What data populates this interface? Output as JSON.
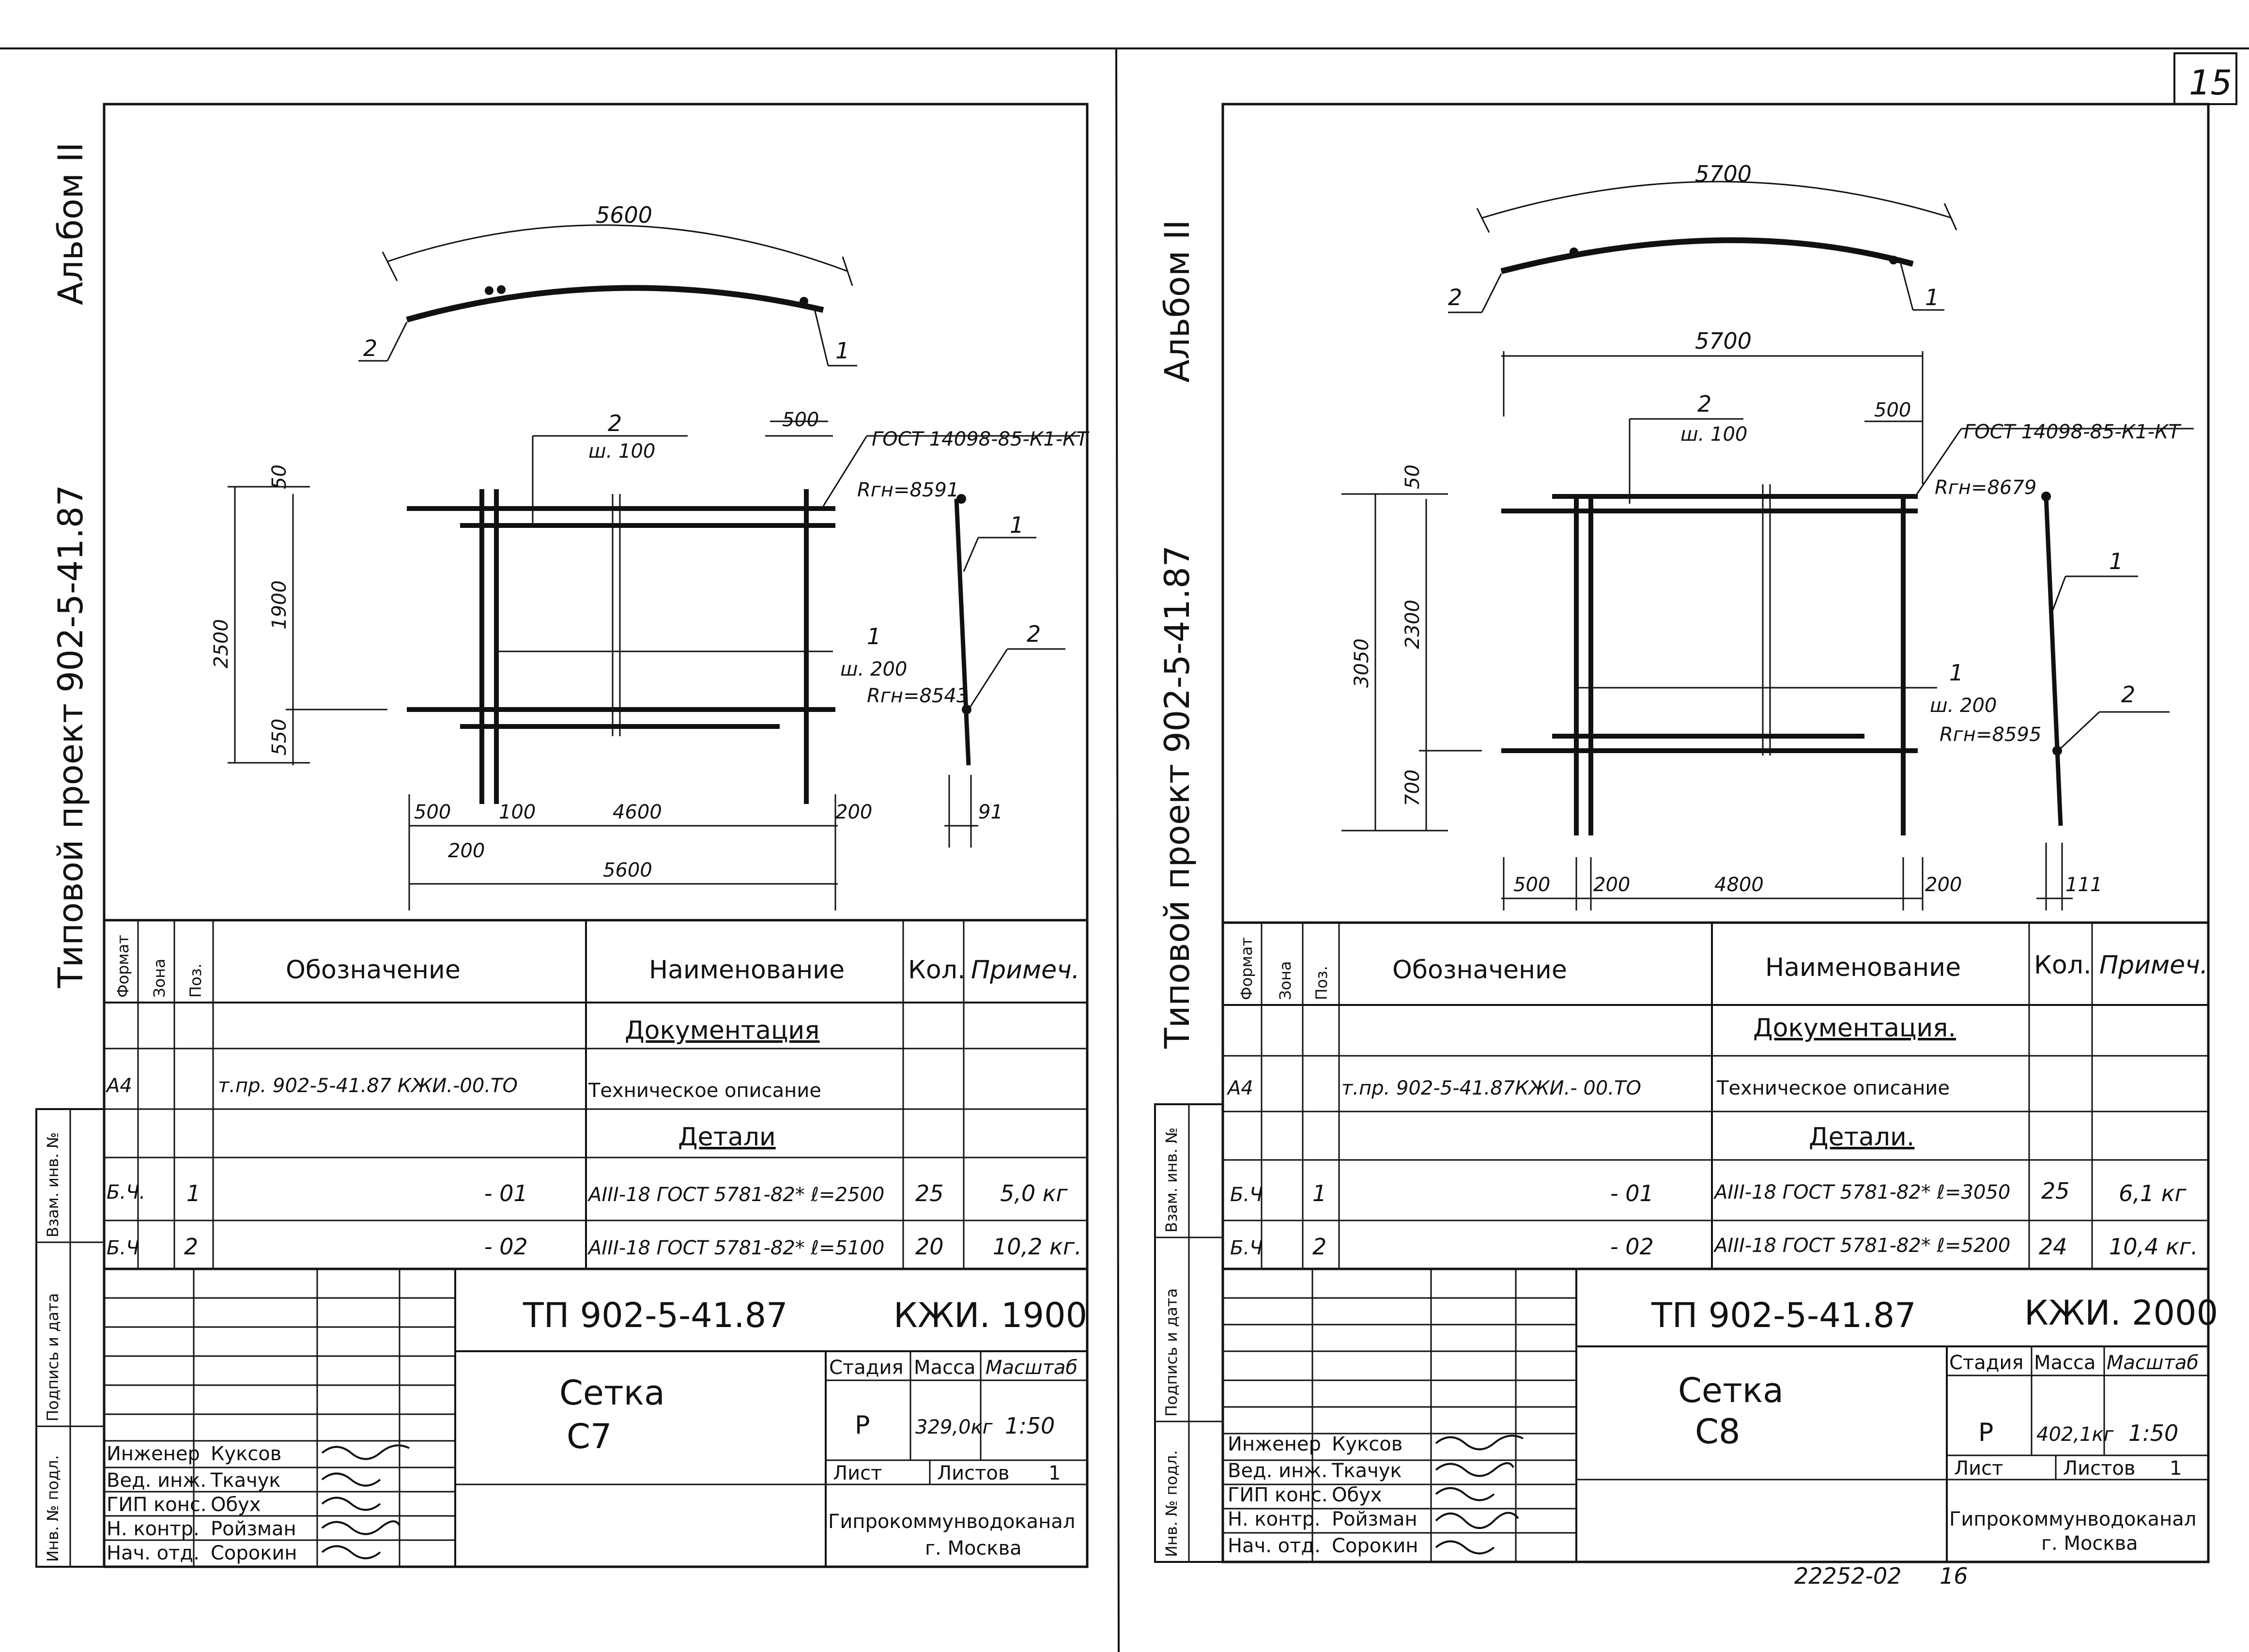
{
  "page_number": "15",
  "footer_code": "22252-02",
  "footer_page": "16",
  "left_sheet": {
    "side_title": "Типовой проект 902-5-41.87",
    "album": "Альбом II",
    "arc_label": "5600",
    "pos2_top": "2",
    "pos1_top": "1",
    "plan": {
      "label_2": "2",
      "label_sh100": "ш. 100",
      "label_500_top": "500",
      "gost": "ГОСТ 14098-85-К1-КТ",
      "r_top": "Rгн=8591",
      "r_bottom": "Rгн=8543",
      "label_1_right": "1",
      "label_2_right": "2",
      "label_1_mid": "1",
      "label_sh200": "ш. 200",
      "dim_50": "50",
      "dim_2500": "2500",
      "dim_1900": "1900",
      "dim_550": "550",
      "dim_500": "500",
      "dim_100": "100",
      "dim_4600": "4600",
      "dim_200r": "200",
      "dim_200b": "200",
      "dim_5600": "5600",
      "dim_91": "91"
    },
    "spec_headers": [
      "Формат",
      "Зона",
      "Поз.",
      "Обозначение",
      "Наименование",
      "Кол.",
      "Примеч."
    ],
    "section_docs": "Документация",
    "row_doc": {
      "format": "А4",
      "designation": "т.пр. 902-5-41.87  КЖИ.-00.ТО",
      "name": "Техническое описание"
    },
    "section_parts": "Детали",
    "rows": [
      {
        "format": "Б.Ч.",
        "pos": "1",
        "designation": "- 01",
        "name": "АIII-18  ГОСТ 5781-82* ℓ=2500",
        "qty": "25",
        "note": "5,0 кг"
      },
      {
        "format": "Б.Ч",
        "pos": "2",
        "designation": "- 02",
        "name": "АIII-18  ГОСТ 5781-82* ℓ=5100",
        "qty": "20",
        "note": "10,2 кг."
      }
    ],
    "title_code": "ТП 902-5-41.87",
    "title_kzhi": "КЖИ. 1900",
    "title_name": "Сетка",
    "title_sub": "С7",
    "stage_h": "Стадия",
    "mass_h": "Масса",
    "scale_h": "Масштаб",
    "stage": "Р",
    "mass": "329,0кг",
    "scale": "1:50",
    "sheet_h": "Лист",
    "sheets_h": "Листов",
    "sheets": "1",
    "org": "Гипрокоммунводоканал",
    "city": "г. Москва",
    "staff": [
      {
        "role": "Инженер",
        "name": "Куксов"
      },
      {
        "role": "Вед. инж.",
        "name": "Ткачук"
      },
      {
        "role": "ГИП конс.",
        "name": "Обух"
      },
      {
        "role": "Н. контр.",
        "name": "Ройзман"
      },
      {
        "role": "Нач. отд.",
        "name": "Сорокин"
      }
    ],
    "side_stamps": [
      "Инв. № подл.",
      "Подпись и дата",
      "Взам. инв. №"
    ]
  },
  "right_sheet": {
    "side_title": "Типовой проект 902-5-41.87",
    "album": "Альбом II",
    "arc_label": "5700",
    "pos2_top": "2",
    "pos1_top": "1",
    "plan": {
      "dim_5700": "5700",
      "label_2": "2",
      "label_sh100": "ш. 100",
      "label_500_top": "500",
      "gost": "ГОСТ 14098-85-К1-КТ",
      "r_top": "Rгн=8679",
      "r_bottom": "Rгн=8595",
      "label_1_right": "1",
      "label_2_right": "2",
      "label_1_mid": "1",
      "label_sh200": "ш. 200",
      "dim_50": "50",
      "dim_3050": "3050",
      "dim_2300": "2300",
      "dim_700": "700",
      "dim_500": "500",
      "dim_200l": "200",
      "dim_4800": "4800",
      "dim_200r": "200",
      "dim_111": "111"
    },
    "spec_headers": [
      "Формат",
      "Зона",
      "Поз.",
      "Обозначение",
      "Наименование",
      "Кол.",
      "Примеч."
    ],
    "section_docs": "Документация.",
    "row_doc": {
      "format": "А4",
      "designation": "т.пр. 902-5-41.87КЖИ.- 00.ТО",
      "name": "Техническое описание"
    },
    "section_parts": "Детали.",
    "rows": [
      {
        "format": "Б.Ч",
        "pos": "1",
        "designation": "- 01",
        "name": "АIII-18  ГОСТ 5781-82* ℓ=3050",
        "qty": "25",
        "note": "6,1 кг"
      },
      {
        "format": "Б.Ч",
        "pos": "2",
        "designation": "- 02",
        "name": "АIII-18  ГОСТ 5781-82*  ℓ=5200",
        "qty": "24",
        "note": "10,4 кг."
      }
    ],
    "title_code": "ТП 902-5-41.87",
    "title_kzhi": "КЖИ. 2000",
    "title_name": "Сетка",
    "title_sub": "С8",
    "stage_h": "Стадия",
    "mass_h": "Масса",
    "scale_h": "Масштаб",
    "stage": "Р",
    "mass": "402,1кг",
    "scale": "1:50",
    "sheet_h": "Лист",
    "sheets_h": "Листов",
    "sheets": "1",
    "org": "Гипрокоммунводоканал",
    "city": "г. Москва",
    "staff": [
      {
        "role": "Инженер",
        "name": "Куксов"
      },
      {
        "role": "Вед. инж.",
        "name": "Ткачук"
      },
      {
        "role": "ГИП конс.",
        "name": "Обух"
      },
      {
        "role": "Н. контр.",
        "name": "Ройзман"
      },
      {
        "role": "Нач. отд.",
        "name": "Сорокин"
      }
    ],
    "side_stamps": [
      "Инв. № подл.",
      "Подпись и дата",
      "Взам. инв. №"
    ]
  }
}
